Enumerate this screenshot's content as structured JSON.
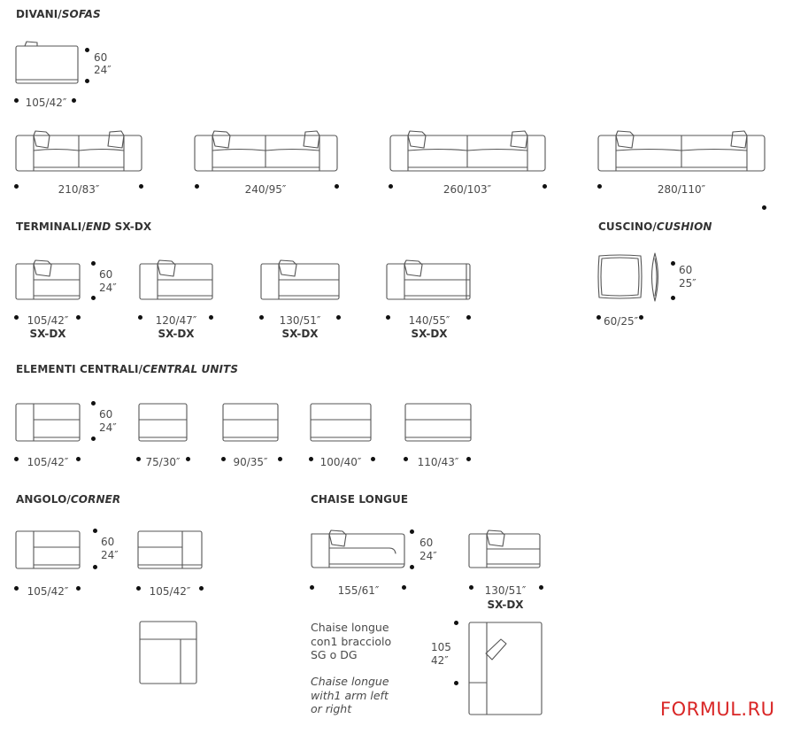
{
  "sections": {
    "sofas": {
      "title": "DIVANI/",
      "title_italic": "SOFAS"
    },
    "end_units": {
      "title": "TERMINALI/",
      "title_italic": "END",
      "title_suffix": " SX-DX"
    },
    "cushion": {
      "title": "CUSCINO/",
      "title_italic": "CUSHION"
    },
    "central_units": {
      "title": "ELEMENTI CENTRALI/",
      "title_italic": "CENTRAL UNITS"
    },
    "corner": {
      "title": "ANGOLO/",
      "title_italic": "CORNER"
    },
    "chaise": {
      "title": "CHAISE LONGUE"
    }
  },
  "dims": {
    "depth_cm": "60",
    "depth_in": "24″",
    "cushion_depth_in": "25″",
    "pouf": "105/42″",
    "sofa_210": "210/83″",
    "sofa_240": "240/95″",
    "sofa_260": "260/103″",
    "sofa_280": "280/110″",
    "end_105": "105/42″",
    "end_120": "120/47″",
    "end_130": "130/51″",
    "end_140": "140/55″",
    "sx_dx": "SX-DX",
    "cushion_w": "60/25″",
    "central_105": "105/42″",
    "central_75": "75/30″",
    "central_90": "90/35″",
    "central_100": "100/40″",
    "central_110": "110/43″",
    "corner_a": "105/42″",
    "corner_b": "105/42″",
    "chaise_155": "155/61″",
    "chaise_130": "130/51″",
    "chaise_side_cm": "105",
    "chaise_side_in": "42″"
  },
  "chaise_note": {
    "it_1": "Chaise longue",
    "it_2": "con1 bracciolo",
    "it_3": "SG  o DG",
    "en_1": "Chaise longue",
    "en_2": "with1 arm left",
    "en_3": "or right"
  },
  "watermark": "FORMUL.RU",
  "colors": {
    "line": "#555555",
    "text": "#4a4a4a",
    "dot": "#111111",
    "watermark": "#d92626"
  }
}
